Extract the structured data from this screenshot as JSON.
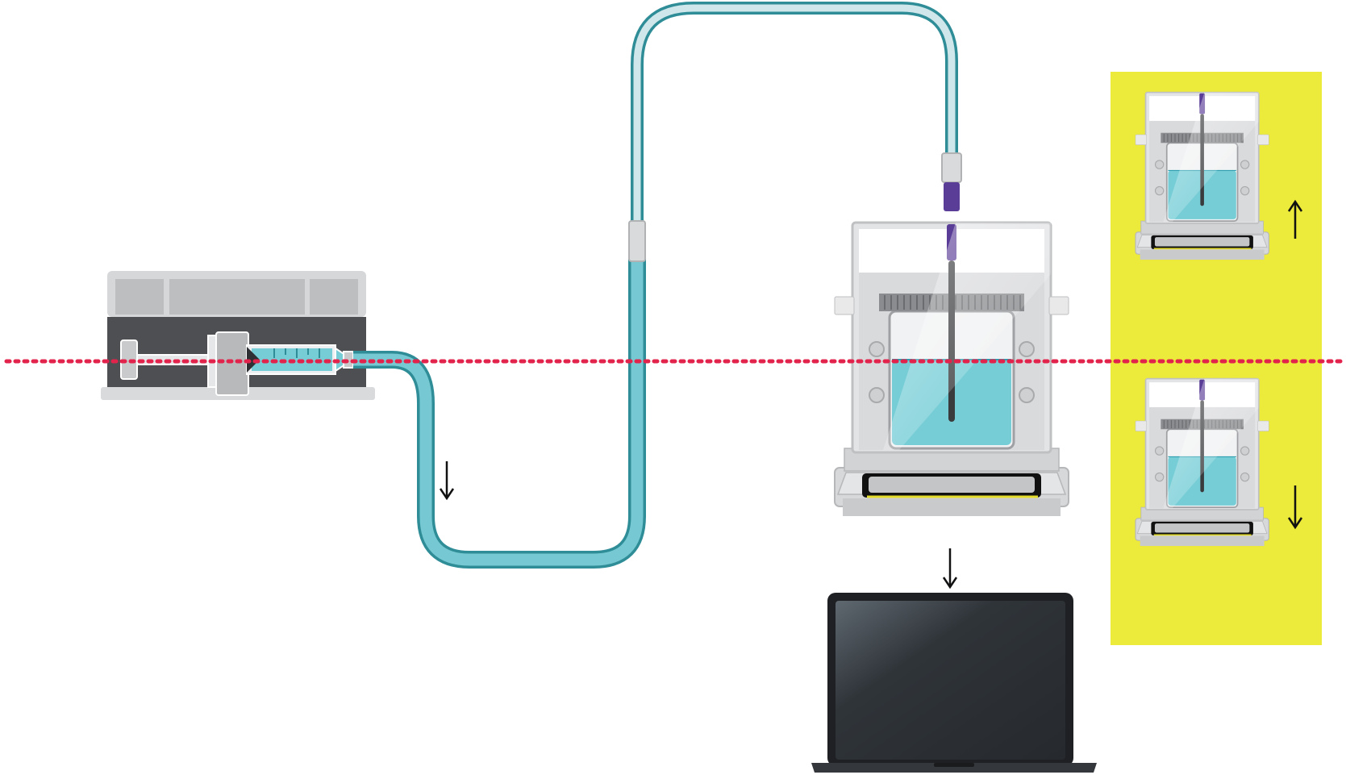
{
  "diagram": {
    "title": "",
    "components": [
      {
        "id": "syringe-pump",
        "icon": "syringe-pump-icon"
      },
      {
        "id": "tubing",
        "icon": "tube-icon"
      },
      {
        "id": "balance",
        "icon": "analytical-balance-icon"
      },
      {
        "id": "laptop",
        "icon": "laptop-icon"
      },
      {
        "id": "inset-balance-rising",
        "icon": "analytical-balance-icon"
      },
      {
        "id": "inset-balance-falling",
        "icon": "analytical-balance-icon"
      }
    ],
    "arrows": [
      {
        "id": "flow-arrow",
        "direction": "down"
      },
      {
        "id": "data-arrow",
        "direction": "down"
      },
      {
        "id": "level-up-arrow",
        "direction": "up"
      },
      {
        "id": "level-down-arrow",
        "direction": "down"
      }
    ],
    "reference_line": {
      "style": "dotted",
      "color": "#e2234b"
    }
  },
  "colors": {
    "tube_fill": "#76c9d2",
    "tube_outline": "#2f8d98",
    "liquid": "#76cdd6",
    "connector": "#5a3d97",
    "inset_background": "#ecea3a",
    "device_gray": "#c9cacc",
    "laptop_body": "#2e3136",
    "reference_line": "#e2234b"
  }
}
